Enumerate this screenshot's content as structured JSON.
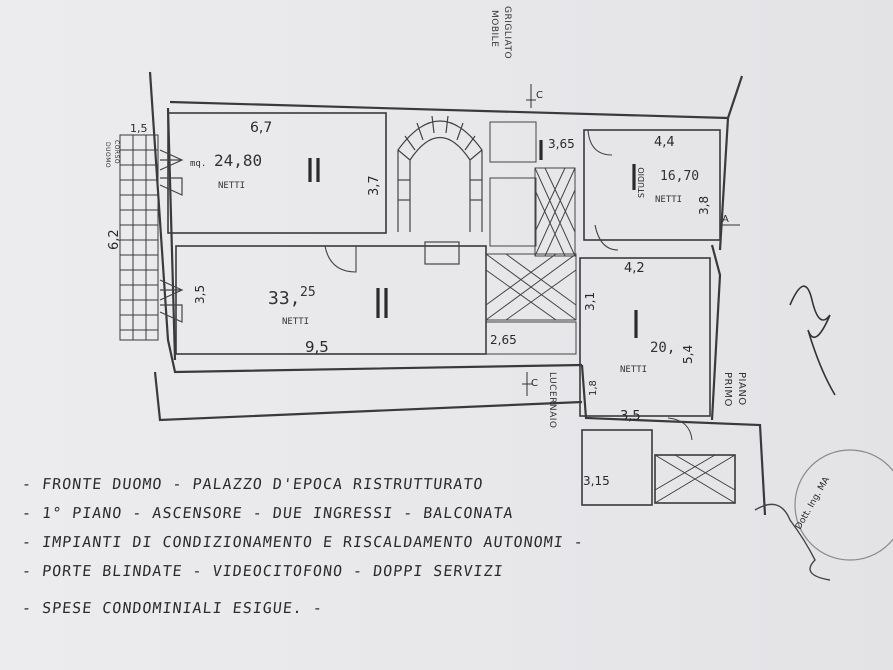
{
  "labels": {
    "grigliato": "GRIGLIATO",
    "mobile": "MOBILE",
    "lucernaio": "LUCERNAIO",
    "piano": "PIANO",
    "primo": "PRIMO",
    "corso": "CORSO",
    "duomo": "DUOMO",
    "netti": "NETTI",
    "mq": "mq.",
    "section_c": "C",
    "section_a": "A",
    "studio": "STUDIO"
  },
  "dimensions": {
    "d67": "6,7",
    "d15": "1,5",
    "d62": "6,2",
    "d37": "3,7",
    "d35a": "3,5",
    "d95": "9,5",
    "d365": "3,65",
    "d44": "4,4",
    "d38": "3,8",
    "d42": "4,2",
    "d31": "3,1",
    "d54": "5,4",
    "d35b": "3,5",
    "d265": "2,65",
    "d315": "3,15",
    "d18": "1,8"
  },
  "areas": {
    "room1": "24,80",
    "room2_int": "33,",
    "room2_dec": "25",
    "studio": "16,70",
    "room4": "20,"
  },
  "notes": [
    "- FRONTE DUOMO - PALAZZO D'EPOCA RISTRUTTURATO",
    "- 1° PIANO - ASCENSORE - DUE INGRESSI - BALCONATA",
    "- IMPIANTI DI CONDIZIONAMENTO E RISCALDAMENTO AUTONOMI -",
    "- PORTE BLINDATE - VIDEOCITOFONO - DOPPI SERVIZI",
    "- SPESE CONDOMINIALI ESIGUE. -"
  ],
  "stamp_text": "Dott. Ing. MA"
}
